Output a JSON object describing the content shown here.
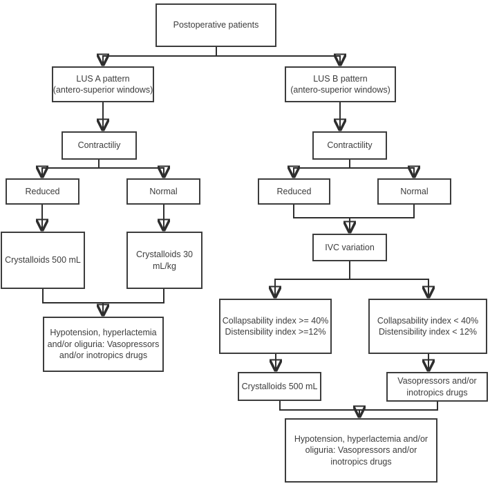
{
  "colors": {
    "background": "#ffffff",
    "box_fill": "#ffffff",
    "box_border": "#3c3c3c",
    "text": "#3c3c3c",
    "connector": "#2e2e2e",
    "arrowhead": "#1a1a1a"
  },
  "nodes": {
    "postoperative": {
      "label": "Postoperative patients"
    },
    "lus_a": {
      "lines": [
        "LUS A pattern",
        "(antero-superior windows)"
      ]
    },
    "lus_b": {
      "lines": [
        "LUS B pattern",
        "(antero-superior windows)"
      ]
    },
    "contractility_left": {
      "label": "Contractiliy"
    },
    "reduced_left": {
      "label": "Reduced"
    },
    "normal_left": {
      "label": "Normal"
    },
    "crystalloids_500_left": {
      "label": "Crystalloids 500 mL"
    },
    "crystalloids_30": {
      "lines": [
        "Crystalloids 30",
        "mL/kg"
      ]
    },
    "hypotension_left": {
      "lines": [
        "Hypotension, hyperlactemia",
        "and/or oliguria: Vasopressors",
        "and/or inotropics drugs"
      ]
    },
    "contractility_right": {
      "label": "Contractility"
    },
    "reduced_right": {
      "label": "Reduced"
    },
    "normal_right": {
      "label": "Normal"
    },
    "ivc": {
      "label": "IVC variation"
    },
    "collaps_high": {
      "lines": [
        "Collapsability index >= 40%",
        "Distensibility index >=12%"
      ]
    },
    "collaps_low": {
      "lines": [
        "Collapsability index < 40%",
        "Distensibility index < 12%"
      ]
    },
    "crystalloids_500_right": {
      "label": "Crystalloids 500 mL"
    },
    "vasopressors": {
      "lines": [
        "Vasopressors and/or",
        "inotropics drugs"
      ]
    },
    "hypotension_right": {
      "lines": [
        "Hypotension, hyperlactemia and/or",
        "oliguria: Vasopressors and/or",
        "inotropics drugs"
      ]
    }
  }
}
